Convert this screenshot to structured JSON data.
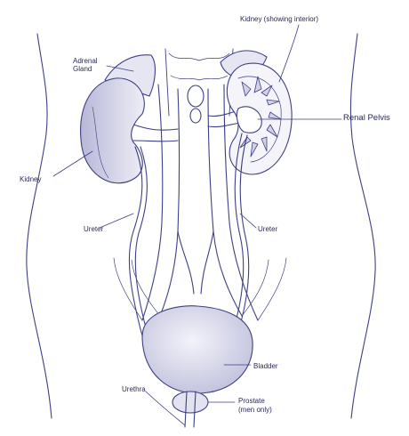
{
  "labels": {
    "kidney_interior": "Kidney (showing interior)",
    "adrenal_gland_1": "Adrenal",
    "adrenal_gland_2": "Gland",
    "renal_pelvis": "Renal Pelvis",
    "kidney": "Kidney",
    "ureter_left": "Ureter",
    "ureter_right": "Ureter",
    "bladder": "Bladder",
    "urethra": "Urethra",
    "prostate_1": "Prostate",
    "prostate_2": "(men only)"
  },
  "colors": {
    "ink": "#3d3f85",
    "shade": "#c9c9e0",
    "text": "#2a2a55"
  }
}
